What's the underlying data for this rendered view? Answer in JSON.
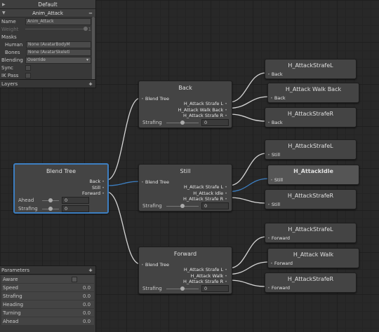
{
  "inspector": {
    "header_title": "Default",
    "layer_name": "Anim_Attack",
    "layer_menu_icon": "menu-icon",
    "name_label": "Name",
    "name_value": "Anim_Attack",
    "weight_label": "Weight",
    "weight_value": "1",
    "masks_label": "Masks",
    "human_label": "Human",
    "human_value": "None (AvatarBodyM",
    "bones_label": "Bones",
    "bones_value": "None (AvatarSkeleti",
    "blending_label": "Blending",
    "blending_value": "Override",
    "sync_label": "Sync",
    "ikpass_label": "IK Pass"
  },
  "layers_tab": {
    "label": "Layers",
    "plus": "+"
  },
  "parameters": {
    "title": "Parameters",
    "plus": "+",
    "items": [
      {
        "name": "Aware",
        "type": "bool",
        "value": ""
      },
      {
        "name": "Speed",
        "type": "float",
        "value": "0.0"
      },
      {
        "name": "Strafing",
        "type": "float",
        "value": "0.0"
      },
      {
        "name": "Heading",
        "type": "float",
        "value": "0.0"
      },
      {
        "name": "Turning",
        "type": "float",
        "value": "0.0"
      },
      {
        "name": "Ahead",
        "type": "float",
        "value": "0.0"
      }
    ]
  },
  "graph": {
    "root": {
      "title": "Blend Tree",
      "outputs": [
        "Back",
        "Still",
        "Forward"
      ],
      "param1_label": "Ahead",
      "param1_value": "0",
      "param1_pos": 0.5,
      "param2_label": "Strafing",
      "param2_value": "0",
      "param2_pos": 0.5
    },
    "mid_nodes": [
      {
        "title": "Back",
        "input": "Blend Tree",
        "outputs": [
          "H_Attack Strafe L",
          "H_Attack Walk Back",
          "H_Attack Strafe R"
        ],
        "param_label": "Strafing",
        "param_value": "0",
        "param_pos": 0.5
      },
      {
        "title": "Still",
        "input": "Blend Tree",
        "outputs": [
          "H_Attack Strafe L",
          "H_Attack Idle",
          "H_Attack Strafe R"
        ],
        "param_label": "Strafing",
        "param_value": "0",
        "param_pos": 0.5
      },
      {
        "title": "Forward",
        "input": "Blend Tree",
        "outputs": [
          "H_Attack Strafe L",
          "H_Attack Walk",
          "H_Attack Strafe R"
        ],
        "param_label": "Strafing",
        "param_value": "0",
        "param_pos": 0.5
      }
    ],
    "leaves": [
      {
        "title": "H_AttackStrafeL",
        "input": "Back"
      },
      {
        "title": "H_Attack Walk Back",
        "input": "Back"
      },
      {
        "title": "H_AttackStrafeR",
        "input": "Back"
      },
      {
        "title": "H_AttackStrafeL",
        "input": "Still"
      },
      {
        "title": "H_AttackIdle",
        "input": "Still"
      },
      {
        "title": "H_AttackStrafeR",
        "input": "Still"
      },
      {
        "title": "H_AttackStrafeL",
        "input": "Forward"
      },
      {
        "title": "H_Attack Walk",
        "input": "Forward"
      },
      {
        "title": "H_AttackStrafeR",
        "input": "Forward"
      }
    ],
    "colors": {
      "wire": "#d6d6d6",
      "wire_active": "#3d7fc2",
      "selection": "#3d7fc2"
    }
  }
}
